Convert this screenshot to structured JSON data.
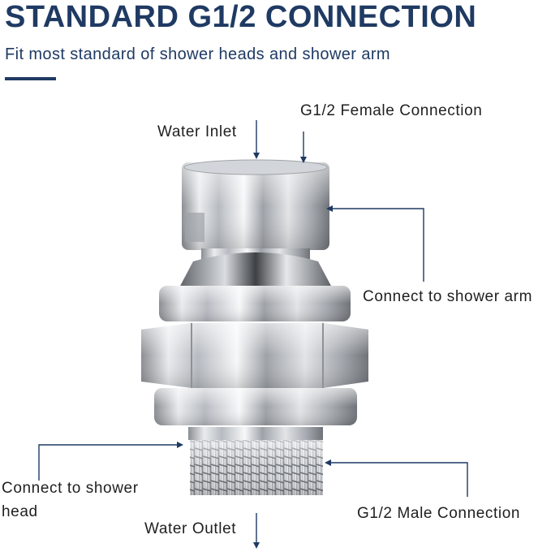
{
  "header": {
    "title": "STANDARD G1/2 CONNECTION",
    "subtitle": "Fit most standard of shower heads and shower arm"
  },
  "callouts": {
    "water_inlet": "Water Inlet",
    "female_connection": "G1/2 Female Connection",
    "connect_arm": "Connect to shower arm",
    "connect_head_line1": "Connect to shower",
    "connect_head_line2": "head",
    "male_connection": "G1/2 Male Connection",
    "water_outlet": "Water Outlet"
  },
  "colors": {
    "brand": "#1f3a63",
    "callout_line": "#1f3a63"
  }
}
